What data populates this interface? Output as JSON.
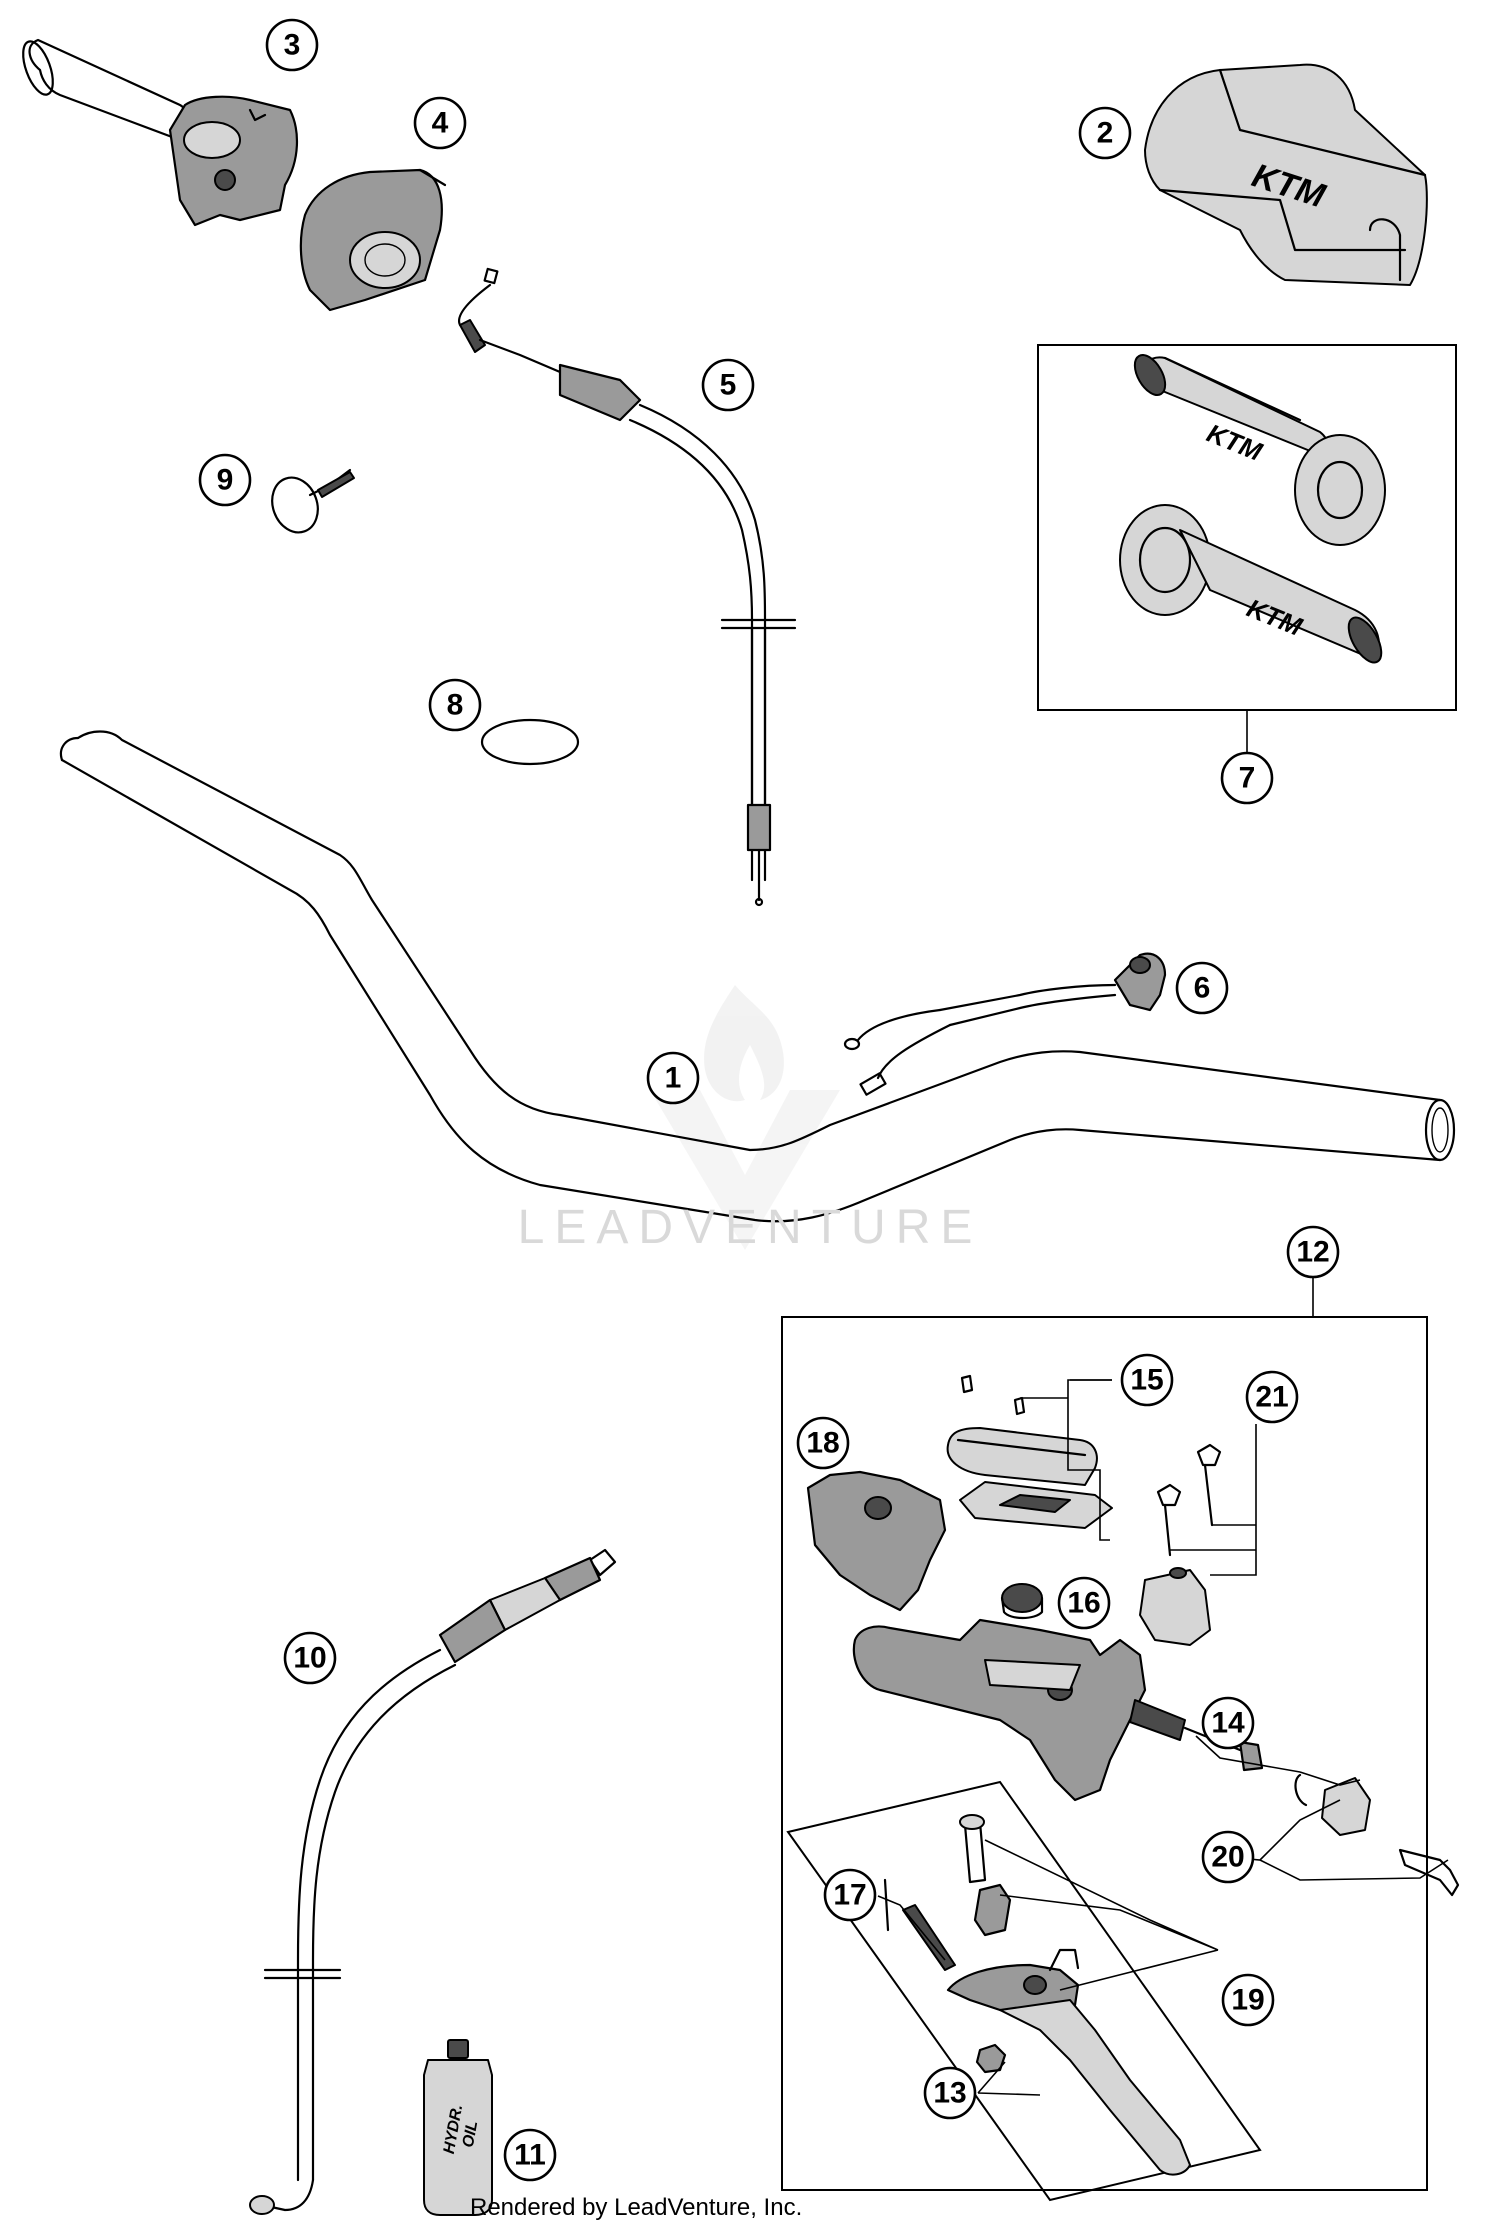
{
  "diagram": {
    "callouts": [
      "1",
      "2",
      "3",
      "4",
      "5",
      "6",
      "7",
      "8",
      "9",
      "10",
      "11",
      "12",
      "13",
      "14",
      "15",
      "16",
      "17",
      "18",
      "19",
      "20",
      "21"
    ],
    "grip_brand_text": "KTM",
    "bottle_label_line1": "HYDR.",
    "bottle_label_line2": "OIL",
    "watermark_text": "LEADVENTURE",
    "credit": "Rendered by LeadVenture, Inc."
  }
}
